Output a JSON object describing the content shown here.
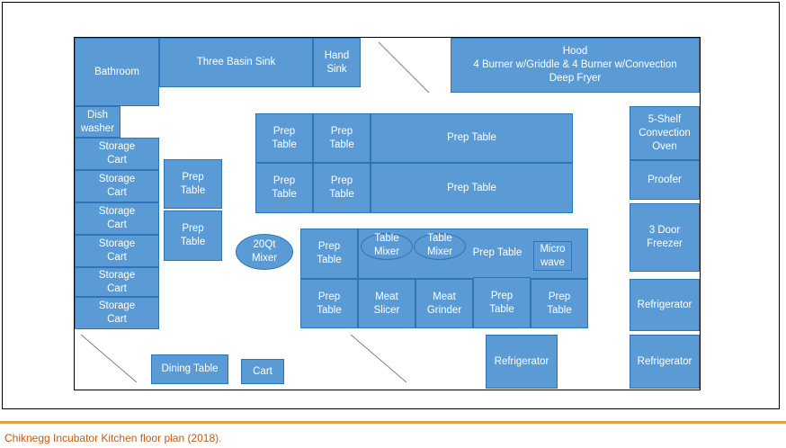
{
  "labels": {
    "bathroom": "Bathroom",
    "three_basin_sink": "Three Basin Sink",
    "hand_sink": "Hand\nSink",
    "hood": "Hood\n4 Burner w/Griddle & 4 Burner w/Convection\nDeep Fryer",
    "dishwasher": "Dish\nwasher",
    "storage_cart": "Storage\nCart",
    "prep_table": "Prep\nTable",
    "prep_table_long": "Prep Table",
    "mixer_20qt": "20Qt\nMixer",
    "table_mixer": "Table\nMixer",
    "microwave": "Micro\nwave",
    "meat_slicer": "Meat\nSlicer",
    "meat_grinder": "Meat\nGrinder",
    "convection_oven": "5-Shelf\nConvection\nOven",
    "proofer": "Proofer",
    "freezer": "3 Door\nFreezer",
    "refrigerator": "Refrigerator",
    "dining_table": "Dining Table",
    "cart": "Cart"
  },
  "caption": "Chiknegg Incubator Kitchen floor plan (2018).",
  "colors": {
    "fixture": "#5b9bd5",
    "fixture_border": "#2e75b6",
    "rule": "#e0a04a",
    "caption": "#c55a11"
  }
}
